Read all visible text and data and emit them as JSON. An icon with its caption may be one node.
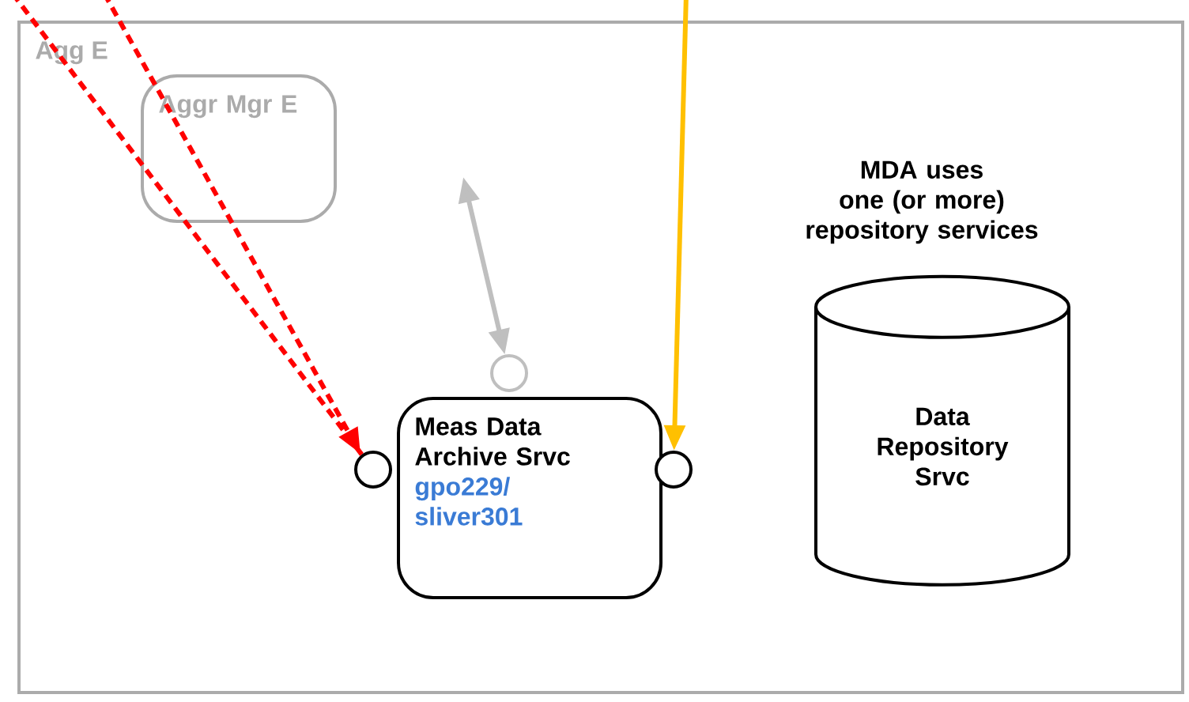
{
  "diagram": {
    "nodes": [
      {
        "text": [
          "Agg E"
        ]
      },
      {
        "text": [
          "Aggr Mgr E"
        ],
        "in": 0
      },
      {
        "text": [
          "Meas Data Archive Srvc",
          "gpo229/ sliver301"
        ],
        "in": 0
      },
      {
        "text": [],
        "shape": "circle",
        "in": 0
      },
      {
        "text": [],
        "shape": "circle",
        "in": 0
      },
      {
        "text": [],
        "shape": "circle",
        "in": 0
      },
      {
        "text": [
          "Data Repository Srvc"
        ],
        "in": 0
      }
    ],
    "edges": [
      {
        "from": null,
        "to": 3,
        "arrow": "to",
        "style": "dashed",
        "color": "#ff0000"
      },
      {
        "from": null,
        "to": 4,
        "arrow": "both",
        "color": "#bfbfbf"
      },
      {
        "from": null,
        "to": 5,
        "arrow": "to",
        "color": "#ffc000"
      }
    ],
    "labels": [
      "MDA uses one (or more) repository services"
    ]
  }
}
